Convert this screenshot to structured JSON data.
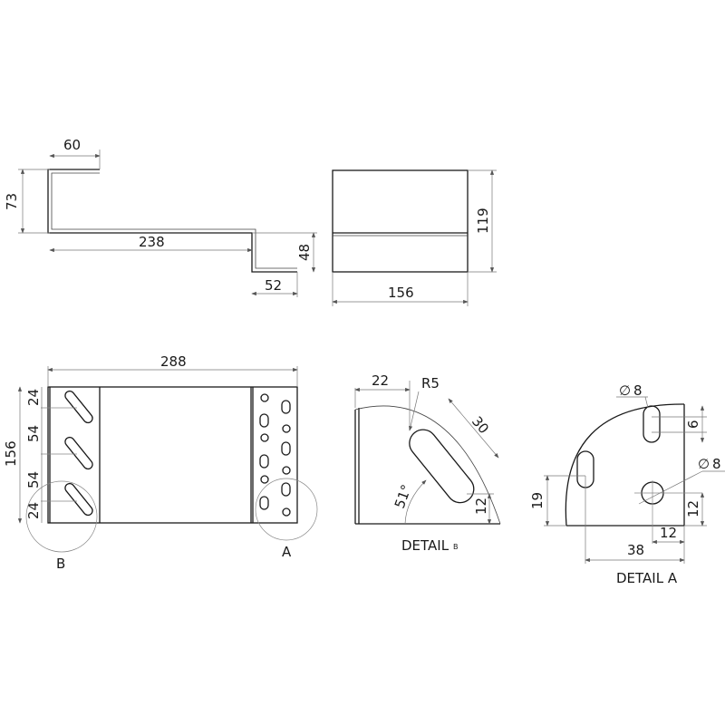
{
  "side_view": {
    "dim_top_flange": "60",
    "dim_height": "73",
    "dim_length": "238",
    "dim_step": "48",
    "dim_bottom_flange": "52"
  },
  "end_view": {
    "dim_height": "119",
    "dim_width": "156"
  },
  "plan_view": {
    "dim_length": "288",
    "dim_width": "156",
    "dim_seg1": "24",
    "dim_seg2": "54",
    "dim_seg3": "54",
    "dim_seg4": "24",
    "callout_b": "B",
    "callout_a": "A"
  },
  "detail_b": {
    "dim_offset": "22",
    "radius": "R5",
    "slot_length": "30",
    "angle": "51°",
    "dim_height": "12",
    "title": "DETAIL",
    "title_suffix": "B"
  },
  "detail_a": {
    "hole1_dia": "8",
    "hole2_dia": "8",
    "dia_symbol": "∅",
    "dim_slot": "6",
    "dim_19": "19",
    "dim_12_v": "12",
    "dim_12_h": "12",
    "dim_38": "38",
    "title": "DETAIL A"
  }
}
